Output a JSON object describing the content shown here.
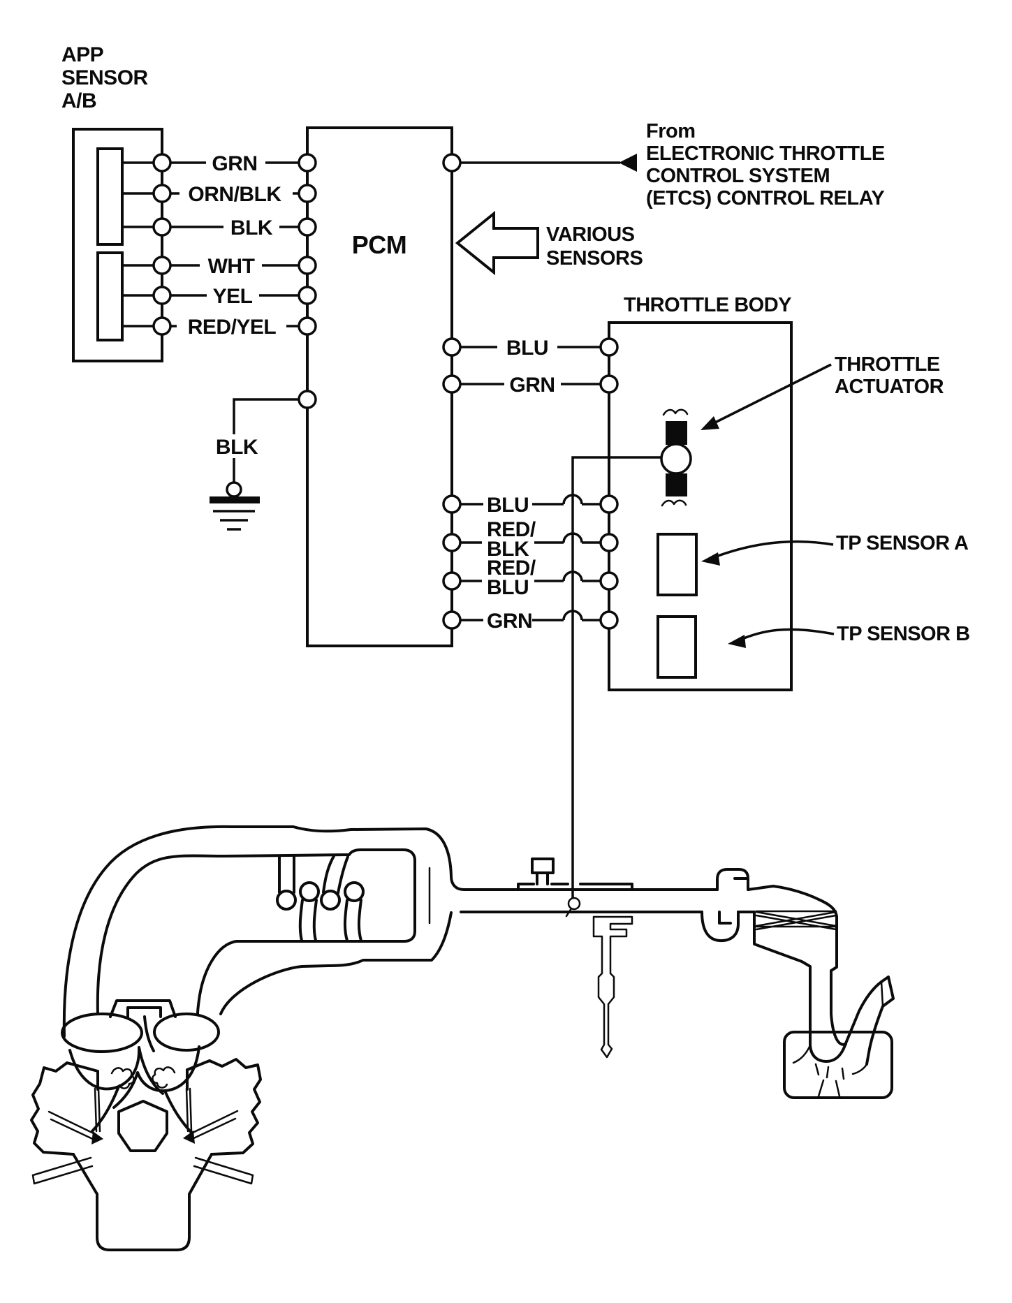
{
  "app_sensor": {
    "label_lines": [
      "APP",
      "SENSOR",
      "A/B"
    ]
  },
  "pcm": {
    "label": "PCM"
  },
  "app_wires": [
    {
      "label": "GRN"
    },
    {
      "label": "ORN/BLK"
    },
    {
      "label": "BLK"
    },
    {
      "label": "WHT"
    },
    {
      "label": "YEL"
    },
    {
      "label": "RED/YEL"
    }
  ],
  "ground": {
    "label": "BLK"
  },
  "etcs": {
    "lines": [
      "From",
      "ELECTRONIC THROTTLE",
      "CONTROL SYSTEM",
      "(ETCS) CONTROL RELAY"
    ]
  },
  "various_sensors": {
    "lines": [
      "VARIOUS",
      "SENSORS"
    ]
  },
  "throttle_body": {
    "label": "THROTTLE BODY"
  },
  "tb_wires_top": [
    {
      "label": "BLU"
    },
    {
      "label": "GRN"
    }
  ],
  "tb_wires_bottom": [
    {
      "lines": [
        "BLU"
      ]
    },
    {
      "lines": [
        "RED/",
        "BLK"
      ]
    },
    {
      "lines": [
        "RED/",
        "BLU"
      ]
    },
    {
      "lines": [
        "GRN"
      ]
    }
  ],
  "throttle_actuator": {
    "lines": [
      "THROTTLE",
      "ACTUATOR"
    ]
  },
  "tp_sensor_a": {
    "label": "TP SENSOR A"
  },
  "tp_sensor_b": {
    "label": "TP SENSOR B"
  },
  "colors": {
    "line": "#0b0b0b",
    "background": "#ffffff"
  }
}
